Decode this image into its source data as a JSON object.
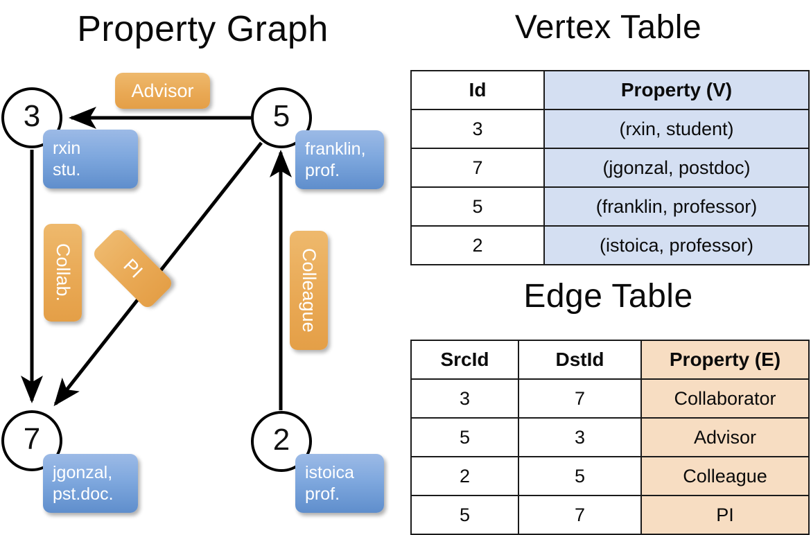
{
  "titles": {
    "property_graph": "Property Graph",
    "vertex_table": "Vertex Table",
    "edge_table": "Edge Table"
  },
  "colors": {
    "vertex_box_blue": "#7fa8de",
    "edge_label_orange": "#e9a955",
    "vertex_table_fill": "#d4dff2",
    "edge_table_fill": "#f7ddc2",
    "stroke": "#000000"
  },
  "graph": {
    "nodes": [
      {
        "id": "3",
        "property_lines": [
          "rxin",
          "stu."
        ]
      },
      {
        "id": "5",
        "property_lines": [
          "franklin,",
          "prof."
        ]
      },
      {
        "id": "7",
        "property_lines": [
          "jgonzal,",
          "pst.doc."
        ]
      },
      {
        "id": "2",
        "property_lines": [
          "istoica",
          "prof."
        ]
      }
    ],
    "edge_labels": [
      {
        "name": "advisor",
        "text": "Advisor"
      },
      {
        "name": "collab",
        "text": "Collab."
      },
      {
        "name": "pi",
        "text": "PI"
      },
      {
        "name": "colleague",
        "text": "Colleague"
      }
    ],
    "edges": [
      {
        "from": "5",
        "to": "3",
        "label": "Advisor"
      },
      {
        "from": "3",
        "to": "7",
        "label": "Collab."
      },
      {
        "from": "5",
        "to": "7",
        "label": "PI"
      },
      {
        "from": "2",
        "to": "5",
        "label": "Colleague"
      }
    ]
  },
  "vertex_table": {
    "headers": [
      "Id",
      "Property (V)"
    ],
    "rows": [
      [
        "3",
        "(rxin, student)"
      ],
      [
        "7",
        "(jgonzal, postdoc)"
      ],
      [
        "5",
        "(franklin, professor)"
      ],
      [
        "2",
        "(istoica, professor)"
      ]
    ]
  },
  "edge_table": {
    "headers": [
      "SrcId",
      "DstId",
      "Property (E)"
    ],
    "rows": [
      [
        "3",
        "7",
        "Collaborator"
      ],
      [
        "5",
        "3",
        "Advisor"
      ],
      [
        "2",
        "5",
        "Colleague"
      ],
      [
        "5",
        "7",
        "PI"
      ]
    ]
  }
}
